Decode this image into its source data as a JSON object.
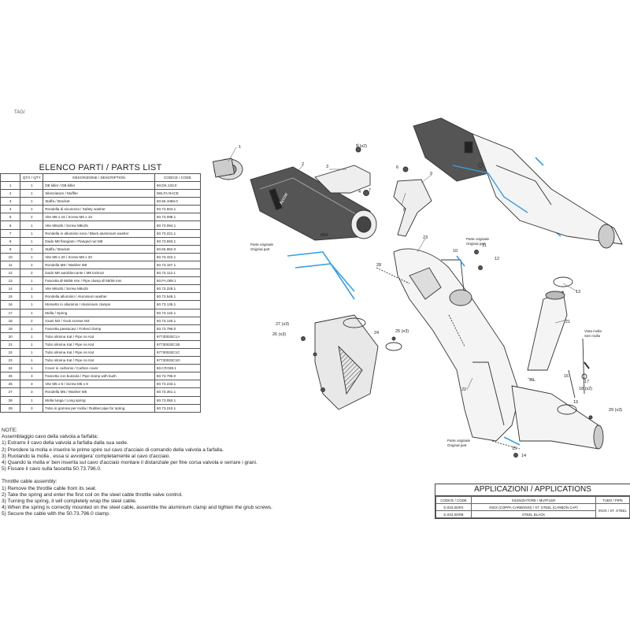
{
  "corner_mark": "TAG/",
  "parts_list": {
    "title": "ELENCO PARTI / PARTS LIST",
    "headers": [
      "",
      "QTÀ / QTY",
      "DESCRIZIONE / DESCRIPTION",
      "CODICE / CODE"
    ],
    "rows": [
      [
        "1",
        "1",
        "DB killer / DB killer",
        "50.DK.133.0"
      ],
      [
        "2",
        "1",
        "Silenziatore / Muffler",
        "DELTA RACE"
      ],
      [
        "3",
        "1",
        "Staffa / Bracket",
        "50.55.1068.0"
      ],
      [
        "4",
        "1",
        "Rondella di sicurezza / Safety washer",
        "50.73.504.1"
      ],
      [
        "5",
        "2",
        "Vite M6 x 16 / Screw M6 x 16",
        "50.73.098.1"
      ],
      [
        "6",
        "1",
        "Vite M8x25 / Screw M8x25",
        "50.73.094.1"
      ],
      [
        "7",
        "1",
        "Rondella in alluminio nera / Black aluminium washer",
        "50.73.221.1"
      ],
      [
        "8",
        "1",
        "Dado M8 flangiato / Flanged nut M8",
        "50.73.593.1"
      ],
      [
        "9",
        "1",
        "Staffa / Bracket",
        "50.55.952.0"
      ],
      [
        "10",
        "1",
        "Vite M8 x 20 / Screw M8 x 20",
        "50.73.422.1"
      ],
      [
        "11",
        "2",
        "Rondella M8 / Washer M8",
        "50.73.157.1"
      ],
      [
        "12",
        "2",
        "Dado M8 autobloccante / M8 locknut",
        "50.73.112.1"
      ],
      [
        "13",
        "1",
        "Fascetta Ø 55/59 mm / Pipe clamp Ø 55/59 mm",
        "50.FA.009.1"
      ],
      [
        "14",
        "1",
        "Vite M6x25 / Screw M6x25",
        "50.73.228.1"
      ],
      [
        "15",
        "1",
        "Rondella alluminio / Aluminium washer",
        "50.73.549.1"
      ],
      [
        "16",
        "1",
        "Morsetto in alluminio / Aluminium clamps",
        "50.73.135.1"
      ],
      [
        "17",
        "1",
        "Molla / Spring",
        "50.73.142.1"
      ],
      [
        "18",
        "2",
        "Grani M3 / Grub screws M3",
        "50.73.140.1"
      ],
      [
        "19",
        "1",
        "Fascetta passacavi / Forked clamp",
        "50.73.796.0"
      ],
      [
        "20",
        "1",
        "Tubo olimina Kat / Pipe no Kat",
        "97730033C1A"
      ],
      [
        "21",
        "1",
        "Tubo olimina Kat / Pipe no Kat",
        "97730033C1B"
      ],
      [
        "22",
        "1",
        "Tubo olimina Kat / Pipe no Kat",
        "97730033C1C"
      ],
      [
        "23",
        "1",
        "Tubo olimina Kat / Pipe no Kat",
        "97730033C1D"
      ],
      [
        "24",
        "1",
        "Cover in carbonio / Carbon cover",
        "50.CP.038.1"
      ],
      [
        "25",
        "3",
        "Fascetta con bussola / Pipe clamp with bush",
        "50.73.795.0"
      ],
      [
        "26",
        "3",
        "Vite M5 x 8 / Screw M5 x 8",
        "50.73.233.1"
      ],
      [
        "27",
        "3",
        "Rondella M5 / Washer M5",
        "50.73.351.1"
      ],
      [
        "28",
        "1",
        "Molla lunga / Long spring",
        "50.73.050.1"
      ],
      [
        "29",
        "3",
        "Tubo in gomma per molla / Rubber pipe for spring",
        "50.73.210.1"
      ]
    ]
  },
  "notes": {
    "header": "NOTE:",
    "it_title": "Assemblaggio cavo della valvola a farfalla:",
    "it_steps": [
      "1) Estrarre il cavo della valvola a farfalla dalla sua sede.",
      "2) Prendere la molla e inserire le prime spire sul cavo d'acciaio di comando della valvola a farfalla.",
      "3) Ruotando la molla , essa si avvolgera' completamente al cavo d'acciaio.",
      "4) Quando la molla e' ben inserita sul cavo d'acciaio montare il distanziale per fine corsa valvola e serrare i grani.",
      "5) Fissare il cavo sulla fascetta 50.73.796.0."
    ],
    "en_title": "Throttle cable assembly:",
    "en_steps": [
      "1) Remove the throttle cable from its seat.",
      "2) Take the spring and enter the first coil on the steel cable throttle valve control.",
      "3) Turning the spring, it will completely wrap the steel cable.",
      "4) When the spring is correctly mounted on the steel cable, assemble the aluminium clamp and tighten the grub screws.",
      "5) Secure the cable with the 50.73.796.0 clamp."
    ]
  },
  "applications": {
    "title": "APPLICAZIONI / APPLICATIONS",
    "col_code": "CODICE / CODE",
    "col_muffler": "SILENZIATORE / MUFFLER",
    "col_pipe": "TUBO / PIPE",
    "rows": [
      {
        "code": "D.033.SDRX",
        "muffler": "INOX (COPPA CARBONIO) / ST. STEEL (CARBON CAP)",
        "pipe": "INOX / ST. STEEL"
      },
      {
        "code": "D.033.SDRB",
        "muffler": "STEEL BLACK",
        "pipe": ""
      }
    ]
  },
  "diagram": {
    "labels": {
      "n1": "1",
      "n2": "2",
      "n3": "3",
      "n4": "4",
      "n5": "5 (x2)",
      "n6": "6",
      "n7": "7",
      "n8": "8",
      "n9": "9",
      "n10": "10",
      "n11": "11",
      "n12": "12",
      "n13": "13",
      "n14": "14",
      "n15": "15",
      "n16": "16",
      "n17": "17",
      "n18": "18 (x2)",
      "n19": "19",
      "n20": "20",
      "n21": "21",
      "n22": "22",
      "n23": "23",
      "n24": "24",
      "n25": "25 (x3)",
      "n26": "26 (x3)",
      "n27": "27 (x3)",
      "n28": "28",
      "n29": "29 (x3)"
    },
    "original_part": "Parte originale\nOriginal part",
    "original_part_2": "Parte originale\nOriginal part",
    "original_part_3": "Parte originale\nOriginal part",
    "valve_side": "Vista molla\nSee molla",
    "diameter": "Ø55",
    "brand_mark": "Arrow"
  },
  "colors": {
    "highlight": "#3aa0e0",
    "line": "#333333",
    "fill_dark": "#6a6a6a"
  }
}
